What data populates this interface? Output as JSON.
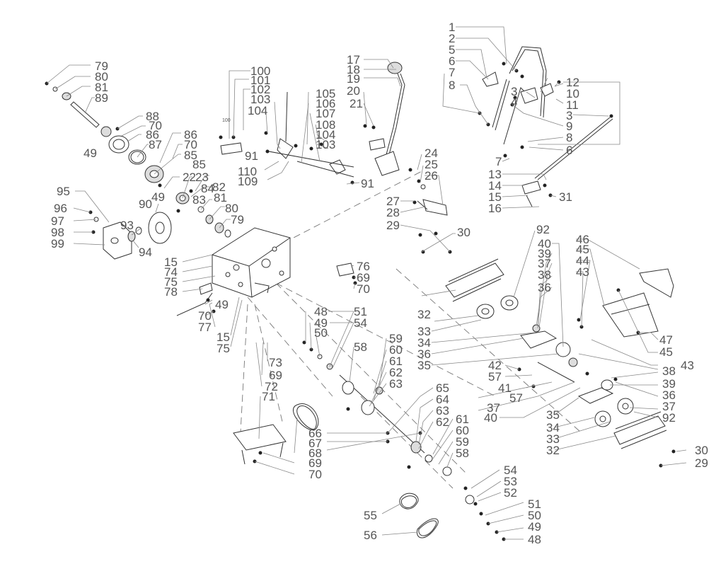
{
  "labels": {
    "l79": "79",
    "l80": "80",
    "l81": "81",
    "l89": "89",
    "l88": "88",
    "l70": "70",
    "l86": "86",
    "l87": "87",
    "l49": "49",
    "l85": "85",
    "l22": "22",
    "l23": "23",
    "l84": "84",
    "l82": "82",
    "l83": "83",
    "l100": "100",
    "l101": "101",
    "l102": "102",
    "l103": "103",
    "l104": "104",
    "l105": "105",
    "l106": "106",
    "l107": "107",
    "l108": "108",
    "l91": "91",
    "l110": "110",
    "l109": "109",
    "l17": "17",
    "l18": "18",
    "l19": "19",
    "l20": "20",
    "l21": "21",
    "l24": "24",
    "l25": "25",
    "l26": "26",
    "l27": "27",
    "l28": "28",
    "l29": "29",
    "l30": "30",
    "l1": "1",
    "l2": "2",
    "l5": "5",
    "l6": "6",
    "l7": "7",
    "l8": "8",
    "l3": "3",
    "l4": "4",
    "l9": "9",
    "l10": "10",
    "l11": "11",
    "l12": "12",
    "l13": "13",
    "l14": "14",
    "l15": "15",
    "l16": "16",
    "l31": "31",
    "l95": "95",
    "l96": "96",
    "l97": "97",
    "l98": "98",
    "l99": "99",
    "l90": "90",
    "l93": "93",
    "l94": "94",
    "l74": "74",
    "l75": "75",
    "l78": "78",
    "l77": "77",
    "l76": "76",
    "l69": "69",
    "l92": "92",
    "l40": "40",
    "l39": "39",
    "l37": "37",
    "l38": "38",
    "l36": "36",
    "l46": "46",
    "l45": "45",
    "l44": "44",
    "l43": "43",
    "l47": "47",
    "l32": "32",
    "l33": "33",
    "l34": "34",
    "l35": "35",
    "l42": "42",
    "l57": "57",
    "l41": "41",
    "l48": "48",
    "l50": "50",
    "l51": "51",
    "l54": "54",
    "l58": "58",
    "l59": "59",
    "l60": "60",
    "l61": "61",
    "l62": "62",
    "l63": "63",
    "l65": "65",
    "l64": "64",
    "l66": "66",
    "l67": "67",
    "l68": "68",
    "l71": "71",
    "l72": "72",
    "l73": "73",
    "l53": "53",
    "l52": "52",
    "l55": "55",
    "l56": "56",
    "small100": "100"
  }
}
